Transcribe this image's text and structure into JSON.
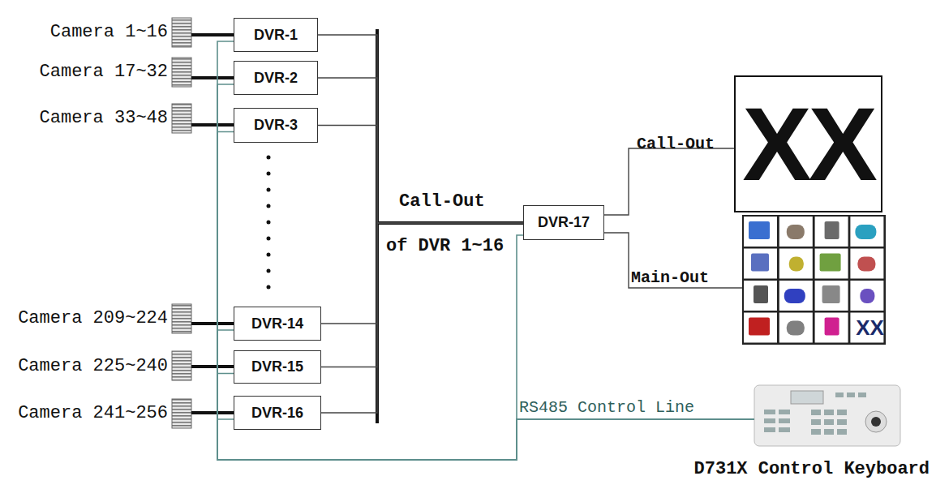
{
  "diagram": {
    "nodes": [
      {
        "text": [
          "DVR-1"
        ]
      },
      {
        "text": [
          "DVR-2"
        ]
      },
      {
        "text": [
          "DVR-3"
        ]
      },
      {
        "text": [
          "DVR-14"
        ]
      },
      {
        "text": [
          "DVR-15"
        ]
      },
      {
        "text": [
          "DVR-16"
        ]
      },
      {
        "text": [
          "DVR-17"
        ]
      },
      {
        "text": [
          "XX"
        ]
      },
      {
        "text": [
          "XX"
        ]
      },
      {
        "text": [
          "D731X Control Keyboard"
        ]
      }
    ],
    "edges": [
      {
        "from": 0,
        "to": 6,
        "arrow": "none"
      },
      {
        "from": 1,
        "to": 6,
        "arrow": "none"
      },
      {
        "from": 2,
        "to": 6,
        "arrow": "none"
      },
      {
        "from": 3,
        "to": 6,
        "arrow": "none"
      },
      {
        "from": 4,
        "to": 6,
        "arrow": "none"
      },
      {
        "from": 5,
        "to": 6,
        "arrow": "none"
      },
      {
        "from": 6,
        "to": 7,
        "label": "Call-Out",
        "arrow": "none"
      },
      {
        "from": 6,
        "to": 8,
        "label": "Main-Out",
        "arrow": "none"
      },
      {
        "from": 9,
        "to": 6,
        "label": "RS485 Control Line",
        "arrow": "none"
      },
      {
        "from": 9,
        "to": 0,
        "arrow": "none"
      },
      {
        "from": 9,
        "to": 1,
        "arrow": "none"
      },
      {
        "from": 9,
        "to": 2,
        "arrow": "none"
      },
      {
        "from": 9,
        "to": 3,
        "arrow": "none"
      },
      {
        "from": 9,
        "to": 4,
        "arrow": "none"
      },
      {
        "from": 9,
        "to": 5,
        "arrow": "none"
      }
    ],
    "labels": [
      "Camera 1~16",
      "Camera 17~32",
      "Camera 33~48",
      "Camera 209~224",
      "Camera 225~240",
      "Camera 241~256",
      "Call-Out",
      "of DVR 1~16"
    ]
  }
}
